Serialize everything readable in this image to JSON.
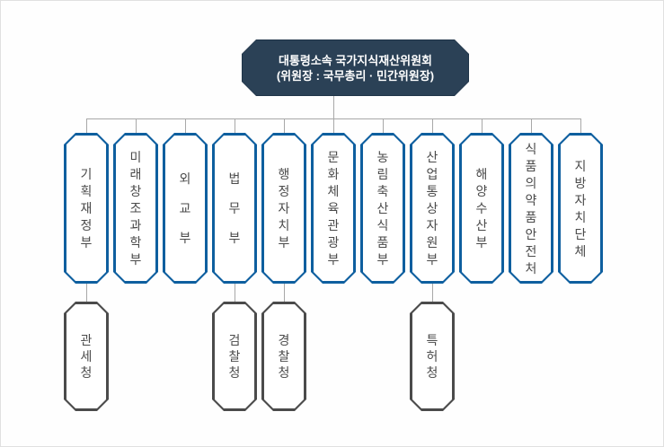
{
  "committee": {
    "line1": "대통령소속 국가지식재산위원회",
    "line2": "(위원장 : 국무총리 · 민간위원장)",
    "fill_color": "#2b4156",
    "edge_color": "#203549",
    "text_color": "#ffffff"
  },
  "ministries": [
    {
      "label": "기획재정부",
      "sub": "관세청"
    },
    {
      "label": "미래창조과학부",
      "sub": null
    },
    {
      "label": "외교부",
      "sub": null
    },
    {
      "label": "법무부",
      "sub": "검찰청"
    },
    {
      "label": "행정자치부",
      "sub": "경찰청"
    },
    {
      "label": "문화체육관광부",
      "sub": null
    },
    {
      "label": "농림축산식품부",
      "sub": null
    },
    {
      "label": "산업통상자원부",
      "sub": "특허청"
    },
    {
      "label": "해양수산부",
      "sub": null
    },
    {
      "label": "식품의약품안전처",
      "sub": null
    },
    {
      "label": "지방자치단체",
      "sub": null
    }
  ],
  "colors": {
    "ministry_border": "#0e5f9f",
    "agency_border": "#4b4b4b",
    "connector": "#a8a8a8",
    "label_text": "#4a4a4a",
    "page_border": "#e0e0e0"
  }
}
